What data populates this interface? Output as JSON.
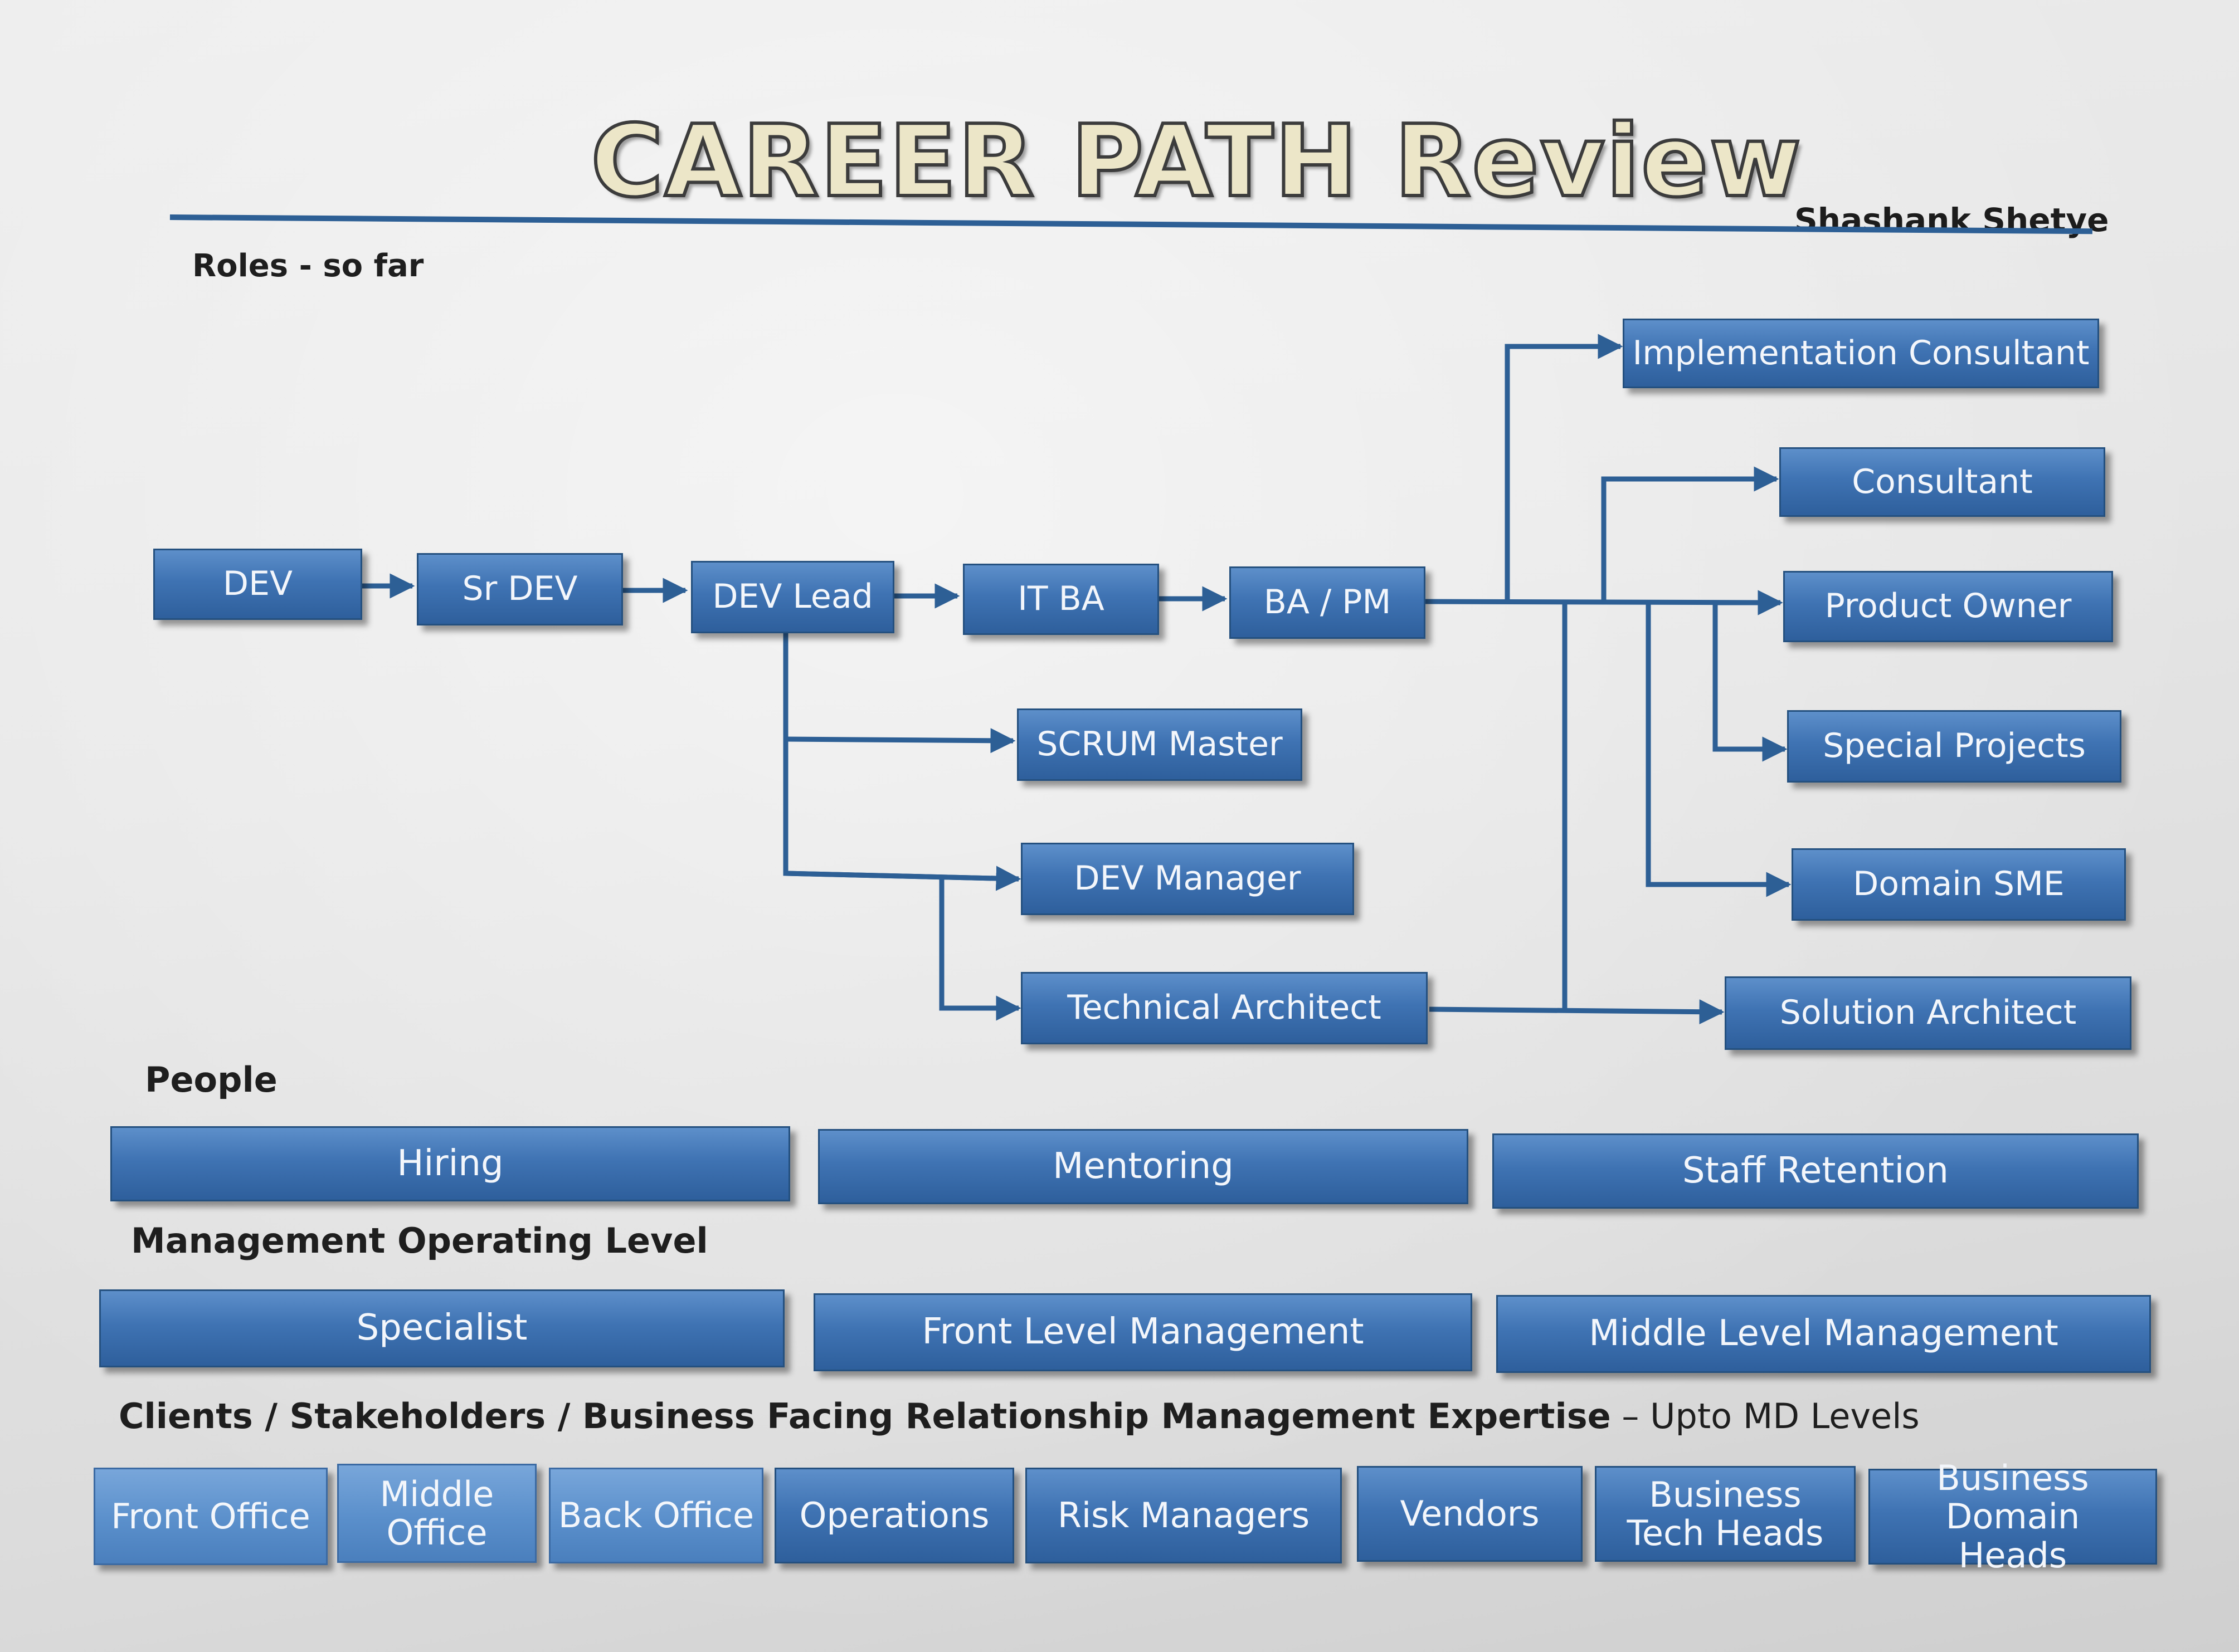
{
  "title": "CAREER PATH Review",
  "author": "Shashank Shetye",
  "sections": {
    "roles": "Roles - so far",
    "people": "People",
    "management": "Management Operating Level",
    "clients_bold": "Clients / Stakeholders / Business Facing Relationship Management Expertise",
    "clients_suffix": " – Upto MD Levels"
  },
  "roles": {
    "dev": "DEV",
    "sr_dev": "Sr DEV",
    "dev_lead": "DEV Lead",
    "it_ba": "IT BA",
    "ba_pm": "BA / PM",
    "scrum_master": "SCRUM Master",
    "dev_manager": "DEV Manager",
    "technical_architect": "Technical Architect",
    "implementation_consultant": "Implementation Consultant",
    "consultant": "Consultant",
    "product_owner": "Product Owner",
    "special_projects": "Special Projects",
    "domain_sme": "Domain SME",
    "solution_architect": "Solution Architect"
  },
  "people": [
    "Hiring",
    "Mentoring",
    "Staff Retention"
  ],
  "management": [
    "Specialist",
    "Front Level Management",
    "Middle Level Management"
  ],
  "clients": [
    "Front Office",
    "Middle Office",
    "Back Office",
    "Operations",
    "Risk Managers",
    "Vendors",
    "Business Tech Heads",
    "Business Domain Heads"
  ],
  "colors": {
    "box_fill": "#3f73b3",
    "box_border": "#24507f",
    "connector": "#2d5f95",
    "title_fill": "#ece6c8"
  }
}
